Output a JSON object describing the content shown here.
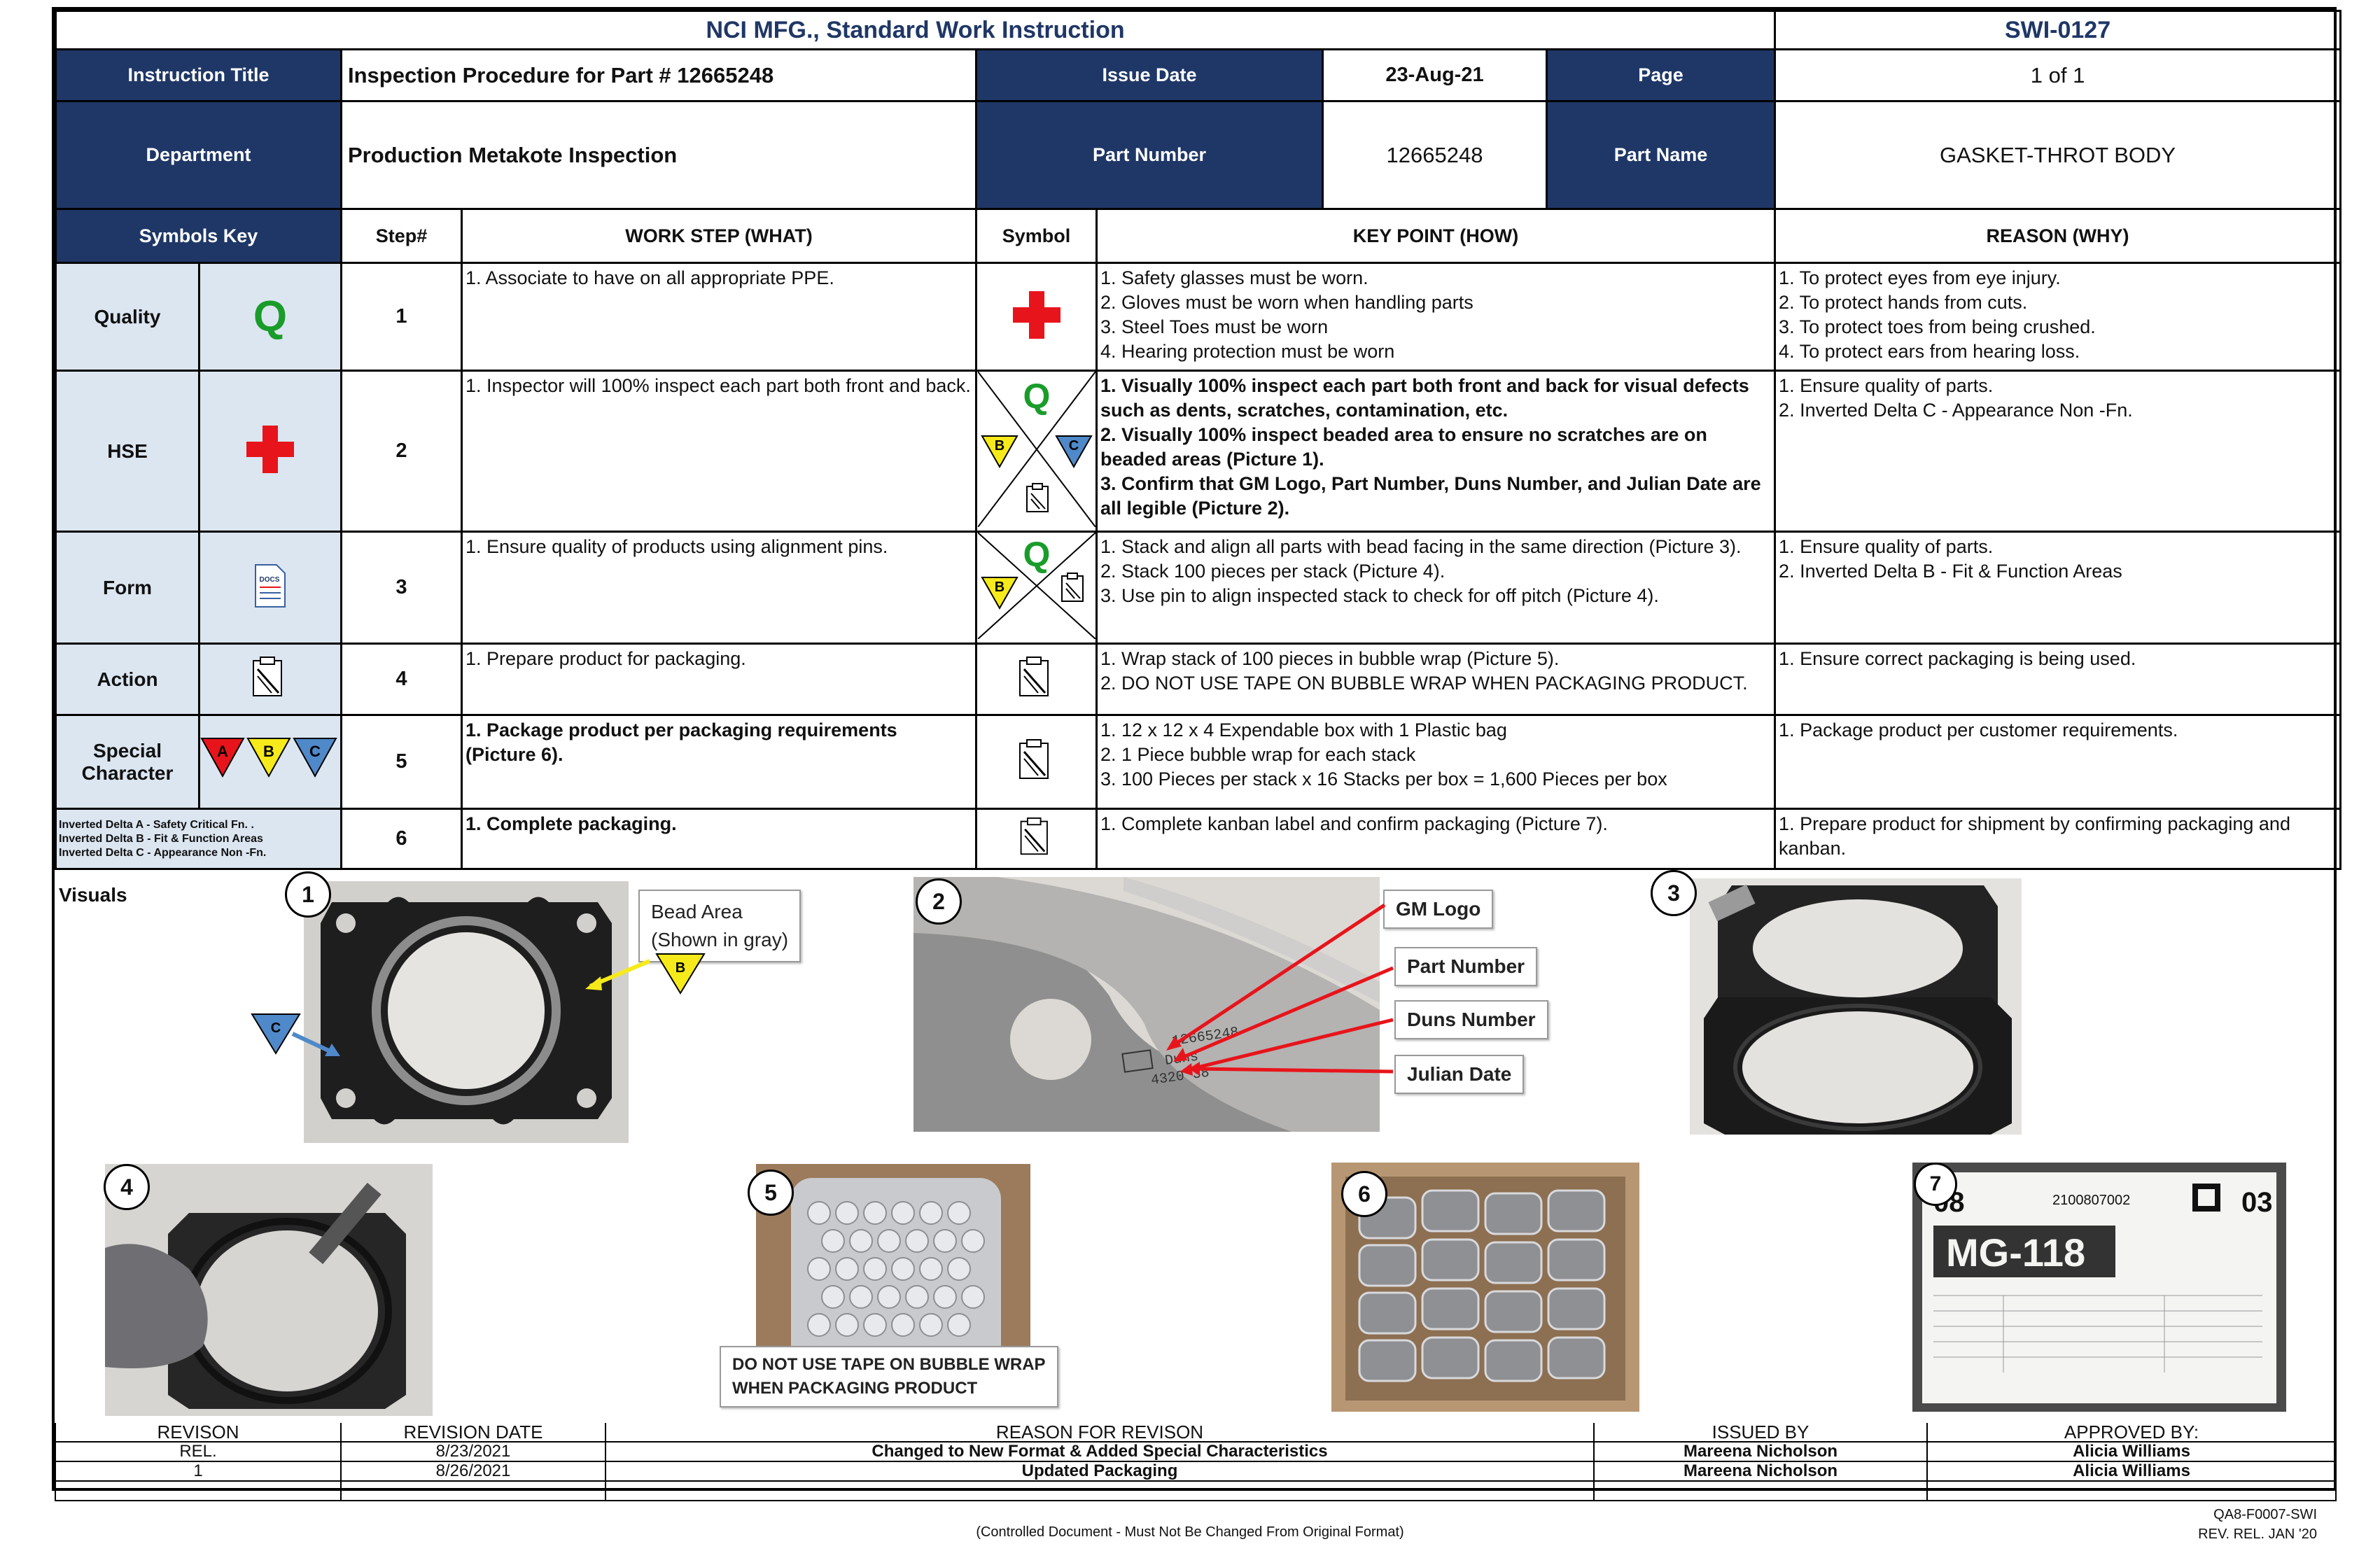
{
  "header": {
    "company_title": "NCI MFG., Standard Work Instruction",
    "doc_number": "SWI-0127",
    "instruction_title_label": "Instruction Title",
    "instruction_title": "Inspection Procedure for Part # 12665248",
    "issue_date_label": "Issue Date",
    "issue_date": "23-Aug-21",
    "page_label": "Page",
    "page": "1 of 1",
    "department_label": "Department",
    "department": "Production Metakote Inspection",
    "part_number_label": "Part Number",
    "part_number": "12665248",
    "part_name_label": "Part Name",
    "part_name": "GASKET-THROT BODY"
  },
  "columns": {
    "symbols_key": "Symbols Key",
    "step": "Step#",
    "work_step": "WORK STEP (WHAT)",
    "symbol": "Symbol",
    "key_point": "KEY POINT (HOW)",
    "reason": "REASON (WHY)"
  },
  "symbols_key": {
    "quality": "Quality",
    "quality_letter": "Q",
    "hse": "HSE",
    "form": "Form",
    "form_icon_text": "DOCS",
    "action": "Action",
    "special_character": "Special Character",
    "delta_letters": [
      "A",
      "B",
      "C"
    ],
    "deltas": [
      "Inverted Delta A - Safety Critical Fn. .",
      "Inverted Delta B - Fit & Function Areas",
      "Inverted Delta C  - Appearance Non -Fn."
    ]
  },
  "steps": [
    {
      "num": "1",
      "what": [
        "1. Associate to have on all appropriate PPE."
      ],
      "how": [
        "1. Safety glasses must be worn.",
        "2. Gloves must be worn when handling parts",
        "3. Steel Toes must be worn",
        "4. Hearing protection must be worn"
      ],
      "why": [
        "1. To protect eyes from eye injury.",
        "2. To protect hands from cuts.",
        "3. To protect toes from being crushed.",
        "4. To protect ears from hearing loss."
      ]
    },
    {
      "num": "2",
      "what": [
        "1.  Inspector will 100% inspect each part both front and back."
      ],
      "how": [
        "1. Visually 100% inspect each part both front and back for visual defects such as dents, scratches, contamination, etc.",
        "2. Visually 100% inspect beaded area to ensure no scratches are on beaded areas (Picture 1).",
        "3. Confirm that GM Logo, Part Number, Duns Number, and Julian Date are all legible (Picture 2)."
      ],
      "why": [
        "1. Ensure quality of parts.",
        "2. Inverted Delta C  - Appearance Non -Fn."
      ]
    },
    {
      "num": "3",
      "what": [
        "1. Ensure quality of products using alignment pins."
      ],
      "how": [
        "1. Stack and align all parts with bead facing in the same direction (Picture 3).",
        "2. Stack 100 pieces per stack (Picture 4).",
        "3. Use pin to align inspected stack to check for off pitch (Picture 4)."
      ],
      "why": [
        "1. Ensure quality of parts.",
        "2. Inverted Delta B - Fit & Function Areas"
      ]
    },
    {
      "num": "4",
      "what": [
        "1. Prepare product for packaging."
      ],
      "how": [
        "1. Wrap stack of 100 pieces in bubble wrap (Picture 5).",
        "2. DO NOT USE TAPE ON BUBBLE WRAP WHEN PACKAGING PRODUCT."
      ],
      "why": [
        "1. Ensure correct packaging is being used."
      ]
    },
    {
      "num": "5",
      "what": [
        "1. Package product per packaging requirements (Picture 6)."
      ],
      "how": [
        "1. 12 x 12 x 4 Expendable box with 1 Plastic bag",
        "2. 1 Piece bubble wrap for each stack",
        "3. 100 Pieces per stack x 16 Stacks per box = 1,600 Pieces per box"
      ],
      "why": [
        "1. Package product per customer requirements."
      ]
    },
    {
      "num": "6",
      "what": [
        "1. Complete packaging."
      ],
      "how": [
        "1. Complete kanban label and confirm packaging (Picture 7)."
      ],
      "why": [
        "1. Prepare product for shipment by confirming packaging and kanban."
      ]
    }
  ],
  "visuals": {
    "label": "Visuals",
    "pictures": [
      "1",
      "2",
      "3",
      "4",
      "5",
      "6",
      "7"
    ],
    "bead_area": "Bead Area",
    "bead_area_note": "(Shown in gray)",
    "gm_logo": "GM Logo",
    "part_number": "Part Number",
    "duns_number": "Duns Number",
    "julian_date": "Julian Date",
    "tape_note_1": "DO NOT USE TAPE ON BUBBLE WRAP",
    "tape_note_2": "WHEN PACKAGING PRODUCT",
    "pic2_mark_1": "12665248",
    "pic2_mark_2": "Duns",
    "pic2_mark_3": "4320  38",
    "label_code": "2100807002",
    "label_num_left": "08",
    "label_num_right": "03",
    "label_part": "MG-118"
  },
  "revisions": {
    "headers": [
      "REVISON",
      "REVISION DATE",
      "REASON FOR REVISON",
      "ISSUED BY",
      "APPROVED BY:"
    ],
    "rows": [
      [
        "REL.",
        "8/23/2021",
        "Changed to New Format & Added Special Characteristics",
        "Mareena Nicholson",
        "Alicia Williams"
      ],
      [
        "1",
        "8/26/2021",
        "Updated Packaging",
        "Mareena Nicholson",
        "Alicia Williams"
      ]
    ]
  },
  "footer": {
    "controlled": "(Controlled Document - Must Not Be Changed From Original Format)",
    "form_code": "QA8-F0007-SWI",
    "rev": "REV. REL. JAN '20"
  },
  "colors": {
    "header_navy": "#1f3766",
    "key_blue": "#dce6f1",
    "quality_green": "#1a9c2a",
    "hse_red": "#e8141b",
    "delta_a": "#e8141b",
    "delta_b": "#f6ea1a",
    "delta_c": "#4f89c9"
  },
  "icons": [
    "quality-q-icon",
    "red-cross-icon",
    "document-form-icon",
    "action-clipboard-icon",
    "delta-a-icon",
    "delta-b-icon",
    "delta-c-icon"
  ]
}
